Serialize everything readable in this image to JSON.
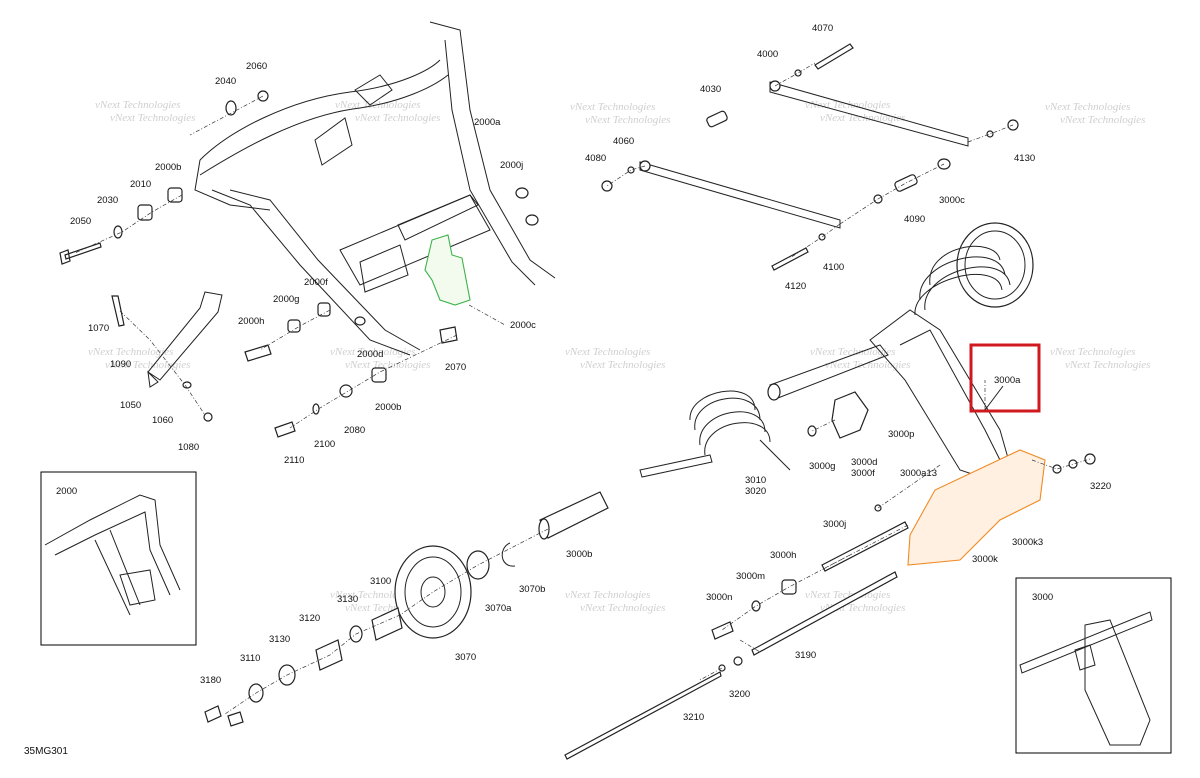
{
  "diagram": {
    "reference_code": "35MG301",
    "highlight_label": "3000a",
    "watermark": "vNext Technologies",
    "inset_left_label": "2000",
    "inset_right_label": "3000",
    "highlight_color": "#d0191f",
    "green_part_color": "#3cb34a",
    "orange_part_color": "#f08a24",
    "callouts": {
      "c2060": "2060",
      "c2040": "2040",
      "c2000a": "2000a",
      "c2000j": "2000j",
      "c2000b": "2000b",
      "c2010": "2010",
      "c2030": "2030",
      "c2050": "2050",
      "c2000c": "2000c",
      "c2000f": "2000f",
      "c2000g": "2000g",
      "c2000h": "2000h",
      "c2000d": "2000d",
      "c2070": "2070",
      "c2000b2": "2000b",
      "c2080": "2080",
      "c2100": "2100",
      "c2110": "2110",
      "c1070": "1070",
      "c1090": "1090",
      "c1050": "1050",
      "c1060": "1060",
      "c1080": "1080",
      "c4070": "4070",
      "c4000": "4000",
      "c4030": "4030",
      "c4060": "4060",
      "c4080": "4080",
      "c4130": "4130",
      "c4090": "4090",
      "c3000c": "3000c",
      "c4100": "4100",
      "c4120": "4120",
      "c3000p": "3000p",
      "c3000g": "3000g",
      "c3000d": "3000d",
      "c3000f": "3000f",
      "c3000a13": "3000a13",
      "c3220": "3220",
      "c3010": "3010",
      "c3020": "3020",
      "c3000k3": "3000k3",
      "c3000k": "3000k",
      "c3000j": "3000j",
      "c3000b": "3000b",
      "c3000h": "3000h",
      "c3000m": "3000m",
      "c3000n": "3000n",
      "c3070b": "3070b",
      "c3070a": "3070a",
      "c3100": "3100",
      "c3130": "3130",
      "c3120": "3120",
      "c3130b": "3130",
      "c3110": "3110",
      "c3070": "3070",
      "c3180": "3180",
      "c3190": "3190",
      "c3200": "3200",
      "c3210": "3210"
    }
  }
}
